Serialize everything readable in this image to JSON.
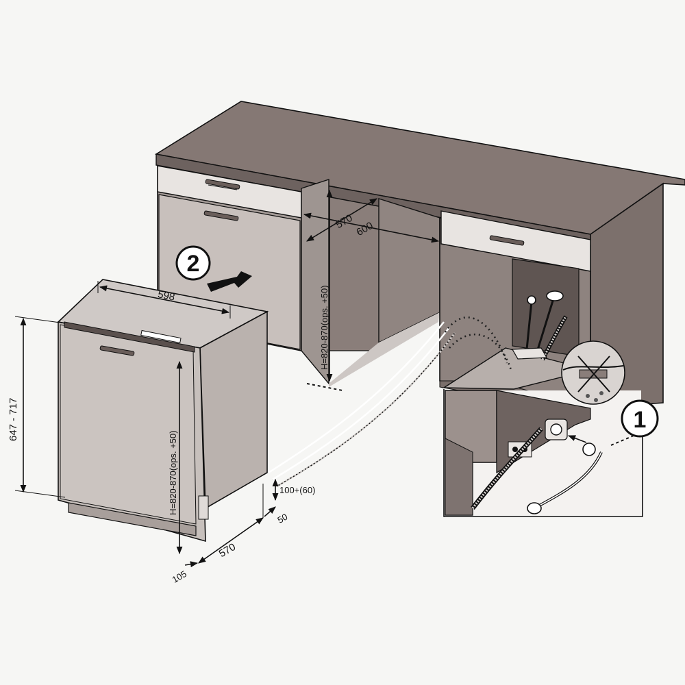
{
  "diagram": {
    "dimensions": {
      "appliance_width": "598",
      "appliance_height_range": "647 - 717",
      "appliance_niche_height": "H=820-870(ops. +50)",
      "appliance_depth": "570",
      "side_offset": "105",
      "kickboard_gap": "50",
      "kickboard_height": "100+(60)",
      "niche_depth": "570",
      "niche_width": "600",
      "niche_height": "H=820-870(ops. +50)"
    },
    "steps": {
      "step_1": "1",
      "step_2": "2"
    }
  }
}
